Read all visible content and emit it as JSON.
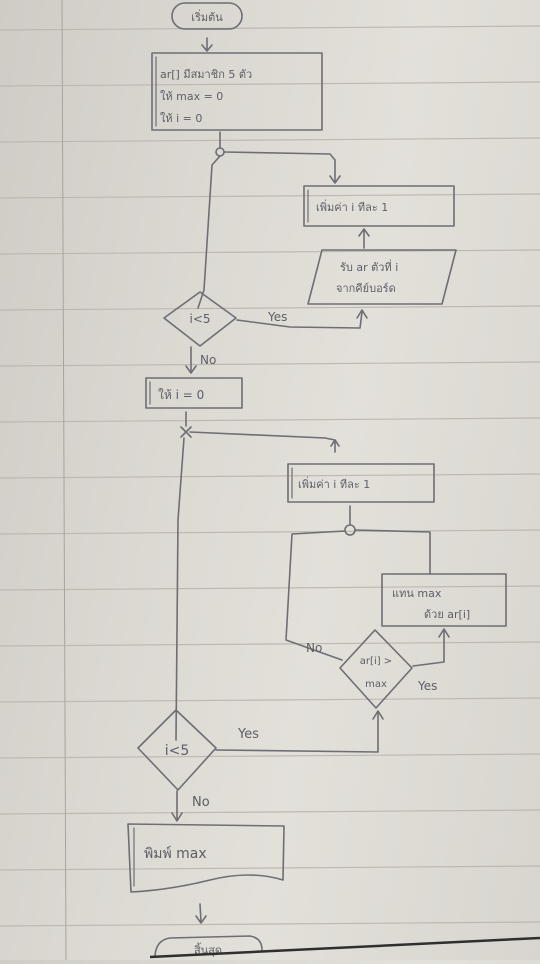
{
  "flowchart": {
    "start_label": "เริ่มต้น",
    "init_box": {
      "line1": "ar[] มีสมาชิก 5 ตัว",
      "line2": "ให้ max = 0",
      "line3": "ให้ i = 0"
    },
    "increment_box_1": "เพิ่มค่า i ทีละ 1",
    "input_box": {
      "line1": "รับ ar ตัวที่ i",
      "line2": "จากคีย์บอร์ด"
    },
    "decision_1": "i<5",
    "decision_1_yes": "Yes",
    "decision_1_no": "No",
    "reset_box": "ให้ i = 0",
    "increment_box_2": "เพิ่มค่า i ทีละ 1",
    "replace_box": {
      "line1": "แทน max",
      "line2": "ด้วย ar[i]"
    },
    "decision_3": {
      "line1": "ar[i] >",
      "line2": "max"
    },
    "decision_3_yes": "Yes",
    "decision_3_no": "No",
    "decision_2": "i<5",
    "decision_2_yes": "Yes",
    "decision_2_no": "No",
    "print_box": "พิมพ์ max",
    "end_label": "สิ้นสุด"
  },
  "colors": {
    "ink": "#6e6e74",
    "paper": "#dedbd5",
    "rule_line": "#bdb8b1"
  }
}
